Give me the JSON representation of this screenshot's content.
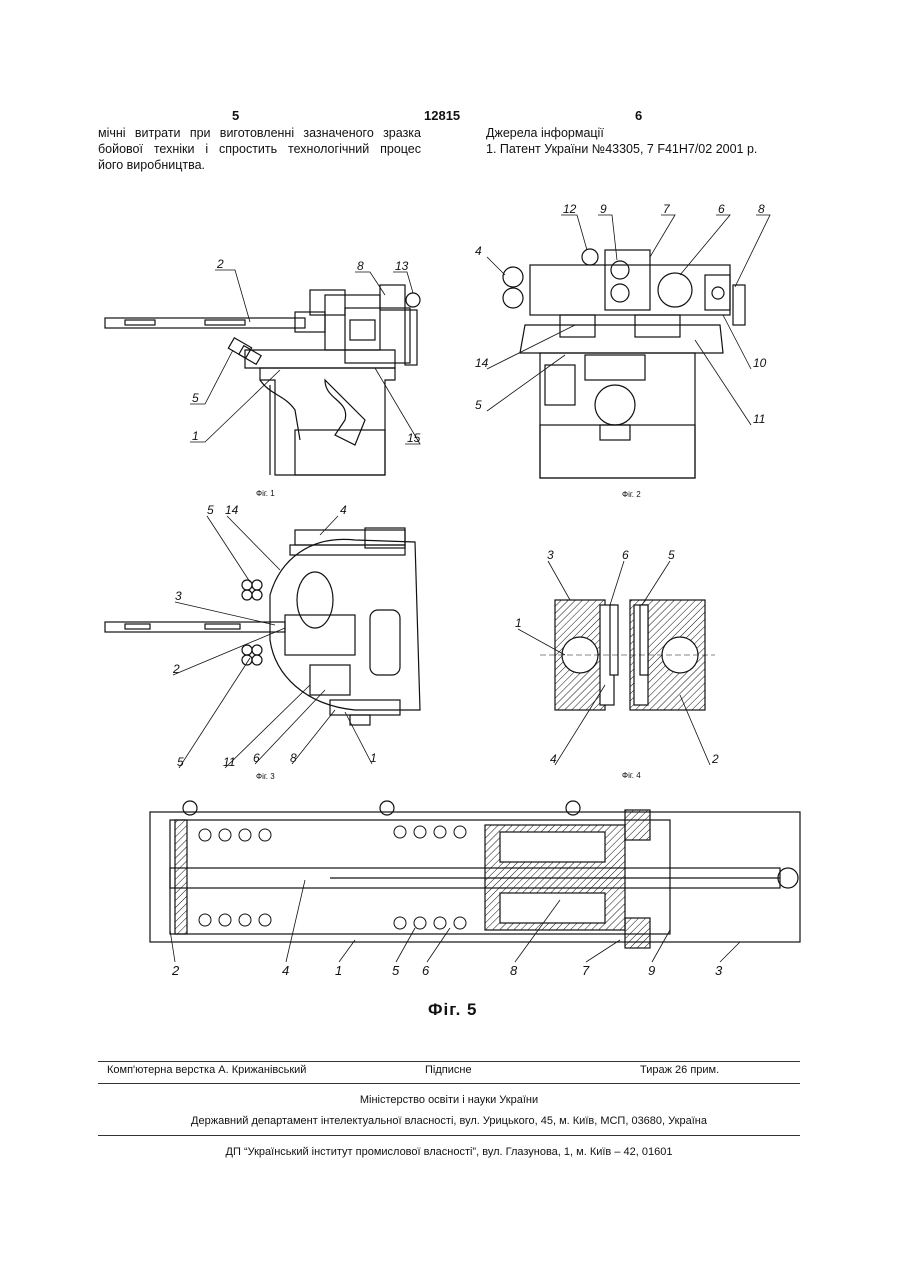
{
  "header": {
    "page_left": "5",
    "patent_number": "12815",
    "page_right": "6"
  },
  "left_column": {
    "lines": [
      "мічні витрати при виготовленні зазначеного зразка",
      "бойової техніки і спростить технологічний процес",
      "його виробництва."
    ]
  },
  "right_column": {
    "title": "Джерела інформації",
    "reference": "1. Патент України №43305, 7 F41H7/02 2001 р."
  },
  "figures": {
    "fig1": {
      "caption": "Фіг. 1",
      "labels": {
        "l2": "2",
        "l8": "8",
        "l13": "13",
        "l5": "5",
        "l1": "1",
        "l15": "15"
      }
    },
    "fig2": {
      "caption": "Фіг. 2",
      "labels": {
        "l12": "12",
        "l9": "9",
        "l7": "7",
        "l6": "6",
        "l8": "8",
        "l4": "4",
        "l14": "14",
        "l10": "10",
        "l5": "5",
        "l11": "11"
      }
    },
    "fig3": {
      "caption": "Фіг. 3",
      "labels": {
        "l5a": "5",
        "l14": "14",
        "l4": "4",
        "l3": "3",
        "l2": "2",
        "l5b": "5",
        "l11": "11",
        "l6": "6",
        "l8": "8",
        "l1": "1"
      }
    },
    "fig4": {
      "caption": "Фіг. 4",
      "labels": {
        "l3": "3",
        "l6": "6",
        "l5": "5",
        "l1": "1",
        "l4": "4",
        "l2": "2"
      }
    },
    "fig5": {
      "caption": "Фіг. 5",
      "labels": {
        "l2": "2",
        "l4": "4",
        "l1": "1",
        "l5": "5",
        "l6": "6",
        "l8": "8",
        "l7": "7",
        "l9": "9",
        "l3": "3"
      }
    }
  },
  "footer": {
    "layout": "Комп'ютерна верстка А. Крижанівський",
    "signed": "Підписне",
    "circulation": "Тираж 26 прим.",
    "ministry": "Міністерство освіти і науки України",
    "department": "Державний департамент інтелектуальної власності, вул. Урицького, 45, м. Київ, МСП, 03680, Україна",
    "institute": "ДП “Український інститут промислової власності”, вул. Глазунова, 1, м. Київ – 42, 01601"
  }
}
